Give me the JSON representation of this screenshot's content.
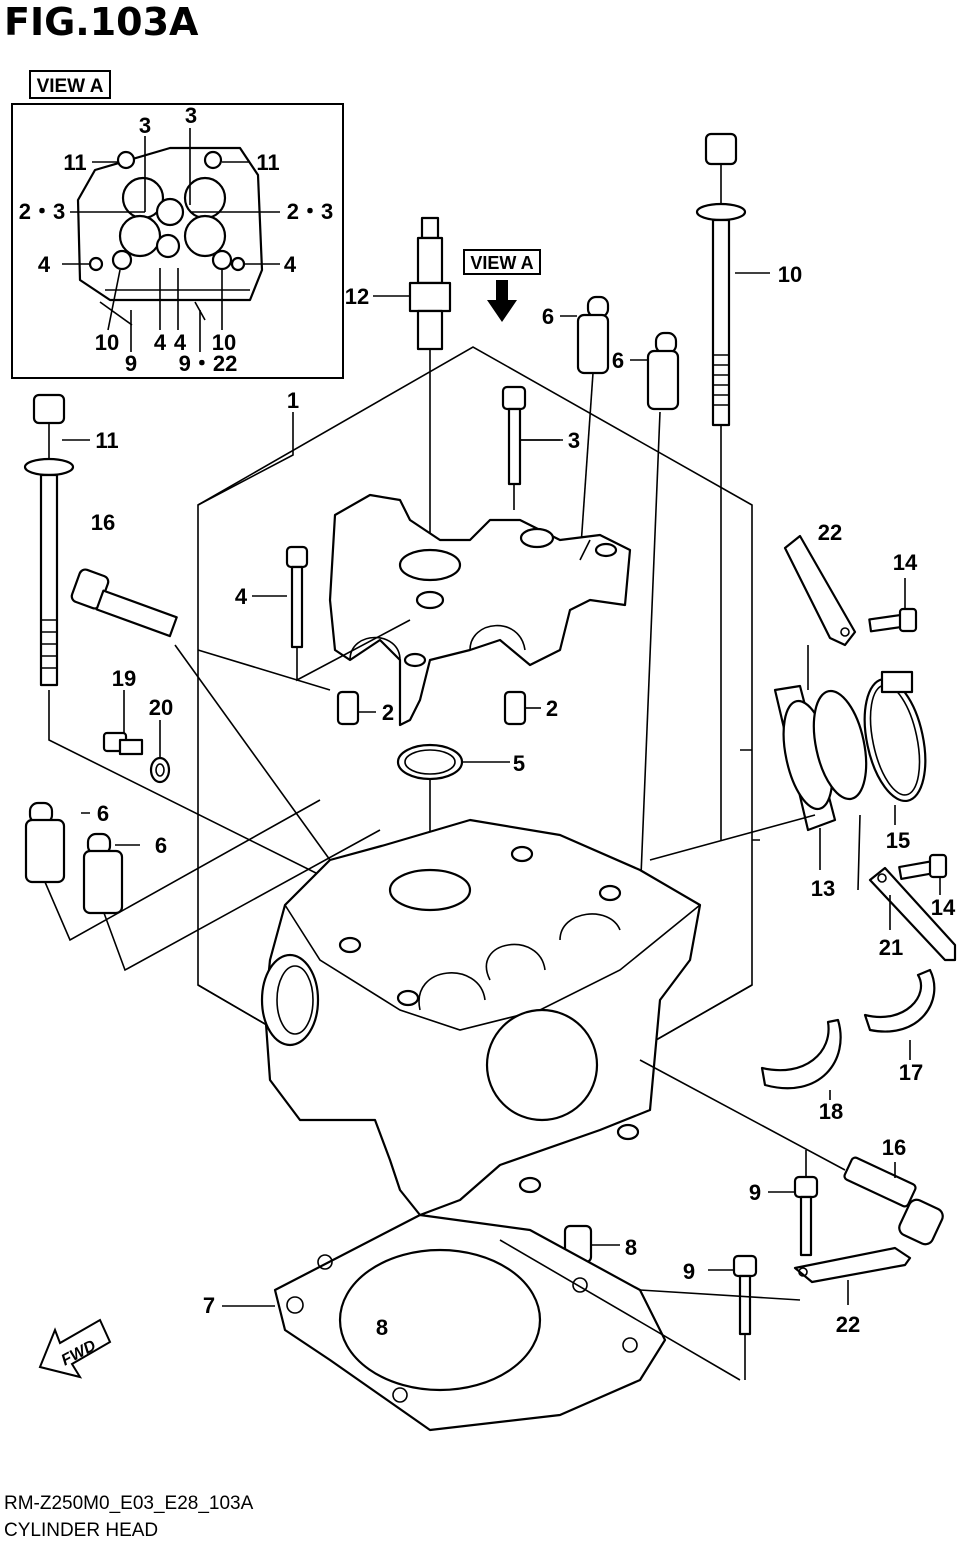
{
  "figure_title": "FIG.103A",
  "view_a_label": "VIEW A",
  "view_a_pointer_label": "VIEW A",
  "fwd_label": "FWD",
  "footer": {
    "code": "RM-Z250M0_E03_E28_103A",
    "name": "CYLINDER HEAD"
  },
  "inset_callouts": {
    "c3_left": "3",
    "c3_right": "3",
    "c11_left": "11",
    "c11_right": "11",
    "c23_left": "2・3",
    "c23_right": "2・3",
    "c4_left": "4",
    "c4_right": "4",
    "c10_left": "10",
    "c4_mid_a": "4",
    "c4_mid_b": "4",
    "c10_right": "10",
    "c9": "9",
    "c9_22": "9・22"
  },
  "callouts": {
    "p1": "1",
    "p2_left": "2",
    "p2_right": "2",
    "p3": "3",
    "p4": "4",
    "p5": "5",
    "p6_top_a": "6",
    "p6_top_b": "6",
    "p6_left_a": "6",
    "p6_left_b": "6",
    "p7": "7",
    "p8_right": "8",
    "p8_left": "8",
    "p9_a": "9",
    "p9_b": "9",
    "p10": "10",
    "p11": "11",
    "p12": "12",
    "p13": "13",
    "p14_top": "14",
    "p14_bottom": "14",
    "p15": "15",
    "p16_top": "16",
    "p16_bottom": "16",
    "p17": "17",
    "p18": "18",
    "p19": "19",
    "p20": "20",
    "p21": "21",
    "p22_top": "22",
    "p22_bottom": "22"
  }
}
